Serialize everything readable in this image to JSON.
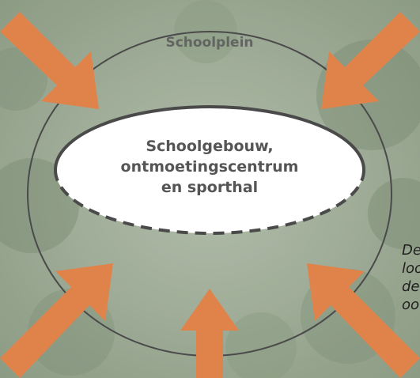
{
  "diagram": {
    "outer_label": "Schoolplein",
    "inner_label_lines": [
      "Schoolgebouw,",
      "ontmoetingscentrum",
      "en sporthal"
    ],
    "side_note_lines": [
      "De",
      "loo",
      "de",
      "oo"
    ],
    "colors": {
      "arrow": "#e0834a",
      "outer_ring": "#4a4a4a",
      "inner_ellipse_fill": "#ffffff",
      "inner_ellipse_stroke": "#4a4a4a",
      "background": "#8c9c82"
    },
    "arrows_count": 5
  }
}
